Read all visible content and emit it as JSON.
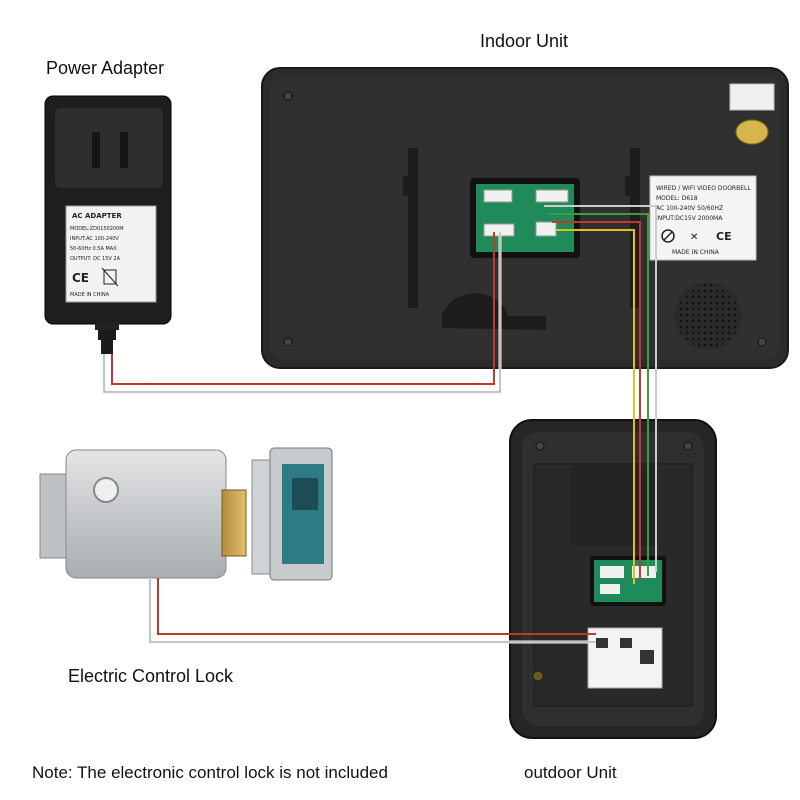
{
  "labels": {
    "indoor_unit": "Indoor Unit",
    "power_adapter": "Power Adapter",
    "electric_lock": "Electric Control Lock",
    "note": "Note:  The electronic control lock is not included",
    "outdoor_unit": "outdoor Unit"
  },
  "adapter_label": {
    "title": "AC ADAPTER",
    "model": "MODEL:ZD0150200M",
    "input": "INPUT:AC 100-240V",
    "freq": "50-60Hz 0.5A MAX",
    "output": "OUTPUT: DC 15V 2A",
    "made_in": "MADE IN CHINA"
  },
  "indoor_spec_label": {
    "line1": "WIRED / WIFI VIDEO DOORBELL",
    "line2": "MODEL: D618",
    "line3": "AC 100-240V  50/60HZ",
    "line4": "INPUT:DC15V  2000MA",
    "made_in": "MADE IN CHINA"
  },
  "colors": {
    "wire_red": "#c0392b",
    "wire_white": "#f2f2f2",
    "wire_green": "#3e9b3e",
    "wire_yellow": "#e0c020",
    "device_body": "#2a2a2a",
    "lock_body": "#c9ccce",
    "circuit_green": "#1f8a5a"
  },
  "icons": [
    "plug-prongs-icon",
    "ce-mark-icon",
    "recycle-bin-icon",
    "speaker-grille-icon",
    "camera-lens-icon"
  ]
}
